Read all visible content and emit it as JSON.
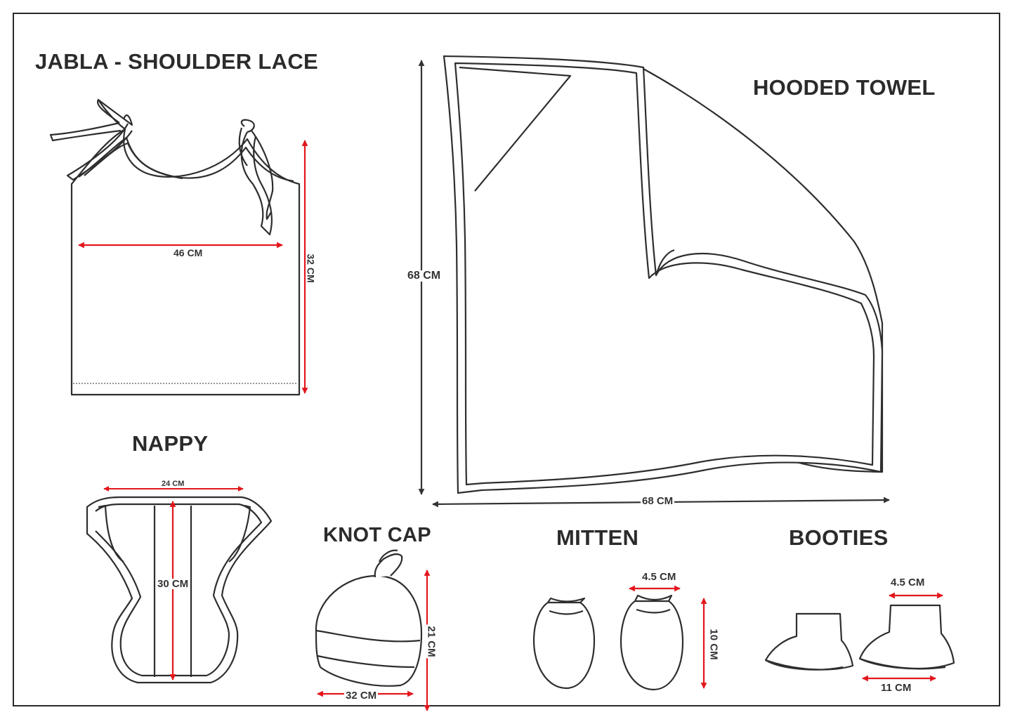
{
  "colors": {
    "outline": "#2e2e2e",
    "arrow_red": "#e3161c",
    "arrow_dark": "#333333",
    "text": "#2b2b2b"
  },
  "items": {
    "jabla": {
      "title": "JABLA - SHOULDER LACE",
      "width_label": "46 CM",
      "height_label": "32 CM"
    },
    "hooded_towel": {
      "title": "HOODED TOWEL",
      "height_label": "68 CM",
      "width_label": "68 CM"
    },
    "nappy": {
      "title": "NAPPY",
      "width_label": "24 CM",
      "length_label": "30 CM"
    },
    "knot_cap": {
      "title": "KNOT CAP",
      "width_label": "32 CM",
      "height_label": "21 CM"
    },
    "mitten": {
      "title": "MITTEN",
      "width_label": "4.5 CM",
      "height_label": "10 CM"
    },
    "booties": {
      "title": "BOOTIES",
      "opening_label": "4.5 CM",
      "length_label": "11 CM"
    }
  }
}
